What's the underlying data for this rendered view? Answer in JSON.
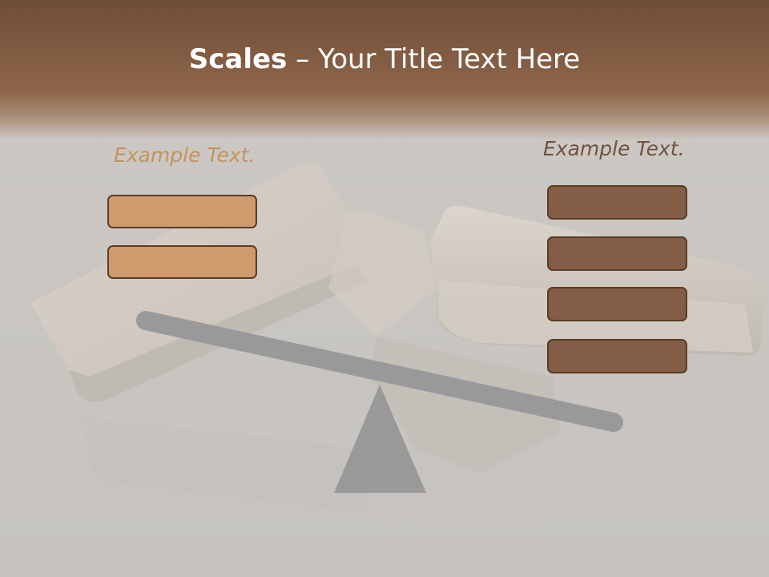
{
  "slide": {
    "title_bold": "Scales",
    "title_rest": " – Your Title Text Here",
    "left_label": "Example Text.",
    "right_label": "Example Text.",
    "left_box_count": 2,
    "right_box_count": 4
  },
  "colors": {
    "header": "#7f5a41",
    "background": "#cbc8c4",
    "left_box": "#cf9a6c",
    "right_box": "#835d45",
    "box_border": "#5a3c27",
    "left_label": "#c4935d",
    "right_label": "#6f5340",
    "beam": "#999999",
    "fulcrum": "#999999"
  }
}
